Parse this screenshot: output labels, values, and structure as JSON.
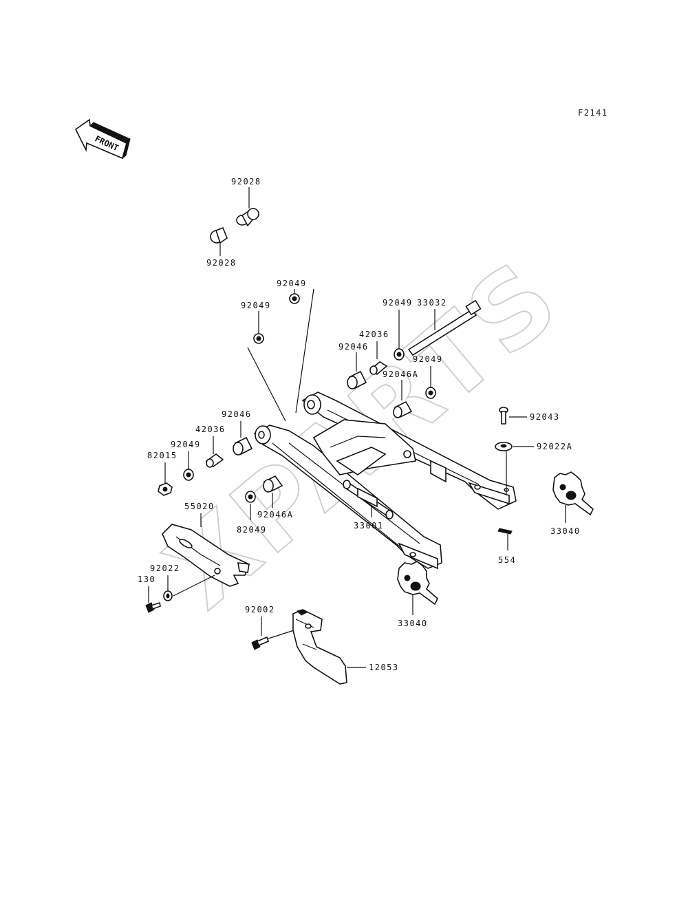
{
  "figure_code": "F2141",
  "front_label": "FRONT",
  "watermark": "XPARTS",
  "parts": [
    {
      "id": "p92028a",
      "number": "92028",
      "kind": "bushing"
    },
    {
      "id": "p92028b",
      "number": "92028",
      "kind": "bushing"
    },
    {
      "id": "p92049a",
      "number": "92049",
      "kind": "seal"
    },
    {
      "id": "p92049b",
      "number": "92049",
      "kind": "seal"
    },
    {
      "id": "p33032",
      "number": "33032",
      "kind": "shaft"
    },
    {
      "id": "p92049c",
      "number": "92049",
      "kind": "seal"
    },
    {
      "id": "p42036a",
      "number": "42036",
      "kind": "sleeve"
    },
    {
      "id": "p92046a",
      "number": "92046",
      "kind": "bearing"
    },
    {
      "id": "p92049d",
      "number": "92049",
      "kind": "seal"
    },
    {
      "id": "p92046A1",
      "number": "92046A",
      "kind": "bearing"
    },
    {
      "id": "p92043",
      "number": "92043",
      "kind": "pin"
    },
    {
      "id": "p92022A",
      "number": "92022A",
      "kind": "washer"
    },
    {
      "id": "p92046b",
      "number": "92046",
      "kind": "bearing"
    },
    {
      "id": "p42036b",
      "number": "42036",
      "kind": "sleeve"
    },
    {
      "id": "p92049e",
      "number": "92049",
      "kind": "seal"
    },
    {
      "id": "p82015",
      "number": "82015",
      "kind": "nut"
    },
    {
      "id": "p92046A2",
      "number": "92046A",
      "kind": "bearing"
    },
    {
      "id": "p82049",
      "number": "82049",
      "kind": "seal"
    },
    {
      "id": "p55020",
      "number": "55020",
      "kind": "chain-guide"
    },
    {
      "id": "p33001",
      "number": "33001",
      "kind": "swingarm"
    },
    {
      "id": "p33040a",
      "number": "33040",
      "kind": "chain-adjuster"
    },
    {
      "id": "p554",
      "number": "554",
      "kind": "cotter-pin"
    },
    {
      "id": "p92022",
      "number": "92022",
      "kind": "washer"
    },
    {
      "id": "p130",
      "number": "130",
      "kind": "bolt"
    },
    {
      "id": "p33040b",
      "number": "33040",
      "kind": "chain-adjuster"
    },
    {
      "id": "p92002",
      "number": "92002",
      "kind": "bolt"
    },
    {
      "id": "p12053",
      "number": "12053",
      "kind": "chain-cover"
    }
  ]
}
